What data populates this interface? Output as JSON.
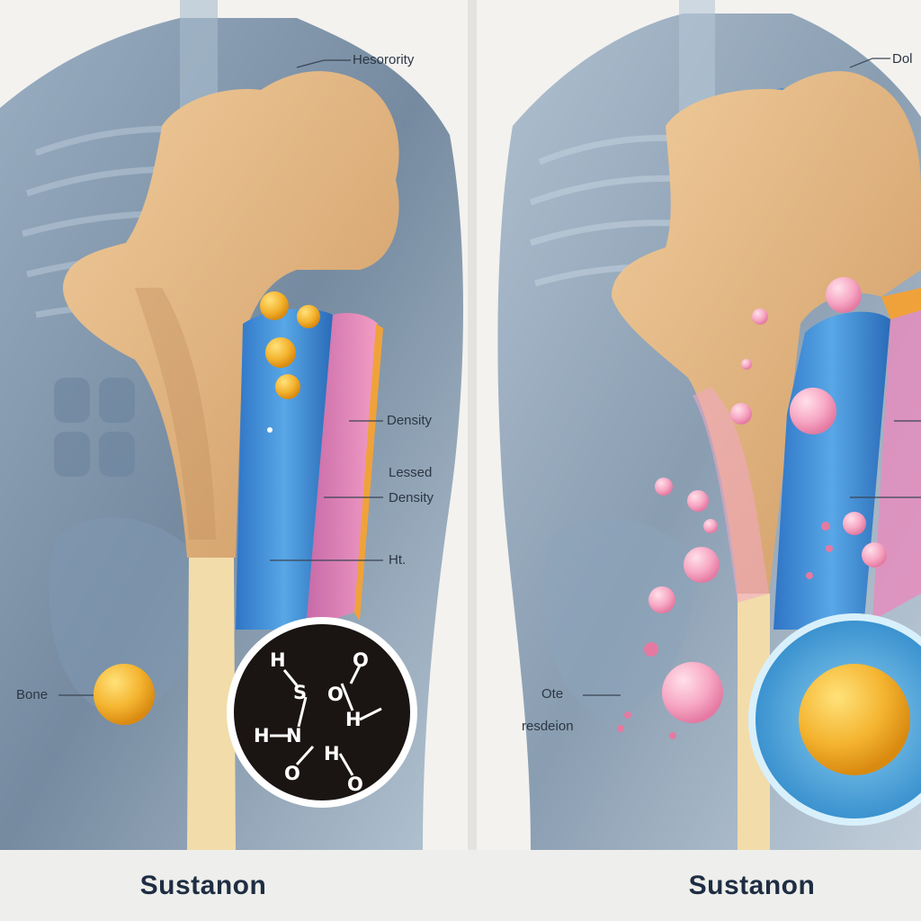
{
  "left_panel": {
    "labels": {
      "hesorority": "Hesorority",
      "density": "Density",
      "lessed": "Lessed",
      "density2": "Density",
      "ht": "Ht.",
      "bone": "Bone"
    },
    "molecule_atoms": [
      "H",
      "S",
      "O",
      "O",
      "H",
      "N",
      "H",
      "O",
      "H",
      "O"
    ],
    "caption": "Sustanon"
  },
  "right_panel": {
    "labels": {
      "dol": "Dol",
      "ote": "Ote",
      "resdeion": "resdeion"
    },
    "caption": "Sustanon"
  },
  "colors": {
    "bone": "#d9ad7c",
    "bone_shadow": "#c08d5c",
    "cartilage_blue": "#3f8fd6",
    "marrow_pink": "#e87fb4",
    "particle_gold": "#f4b430",
    "particle_pink": "#f7a8c4",
    "body_slate": "#5d7690",
    "caption_text": "#1e2d42"
  }
}
